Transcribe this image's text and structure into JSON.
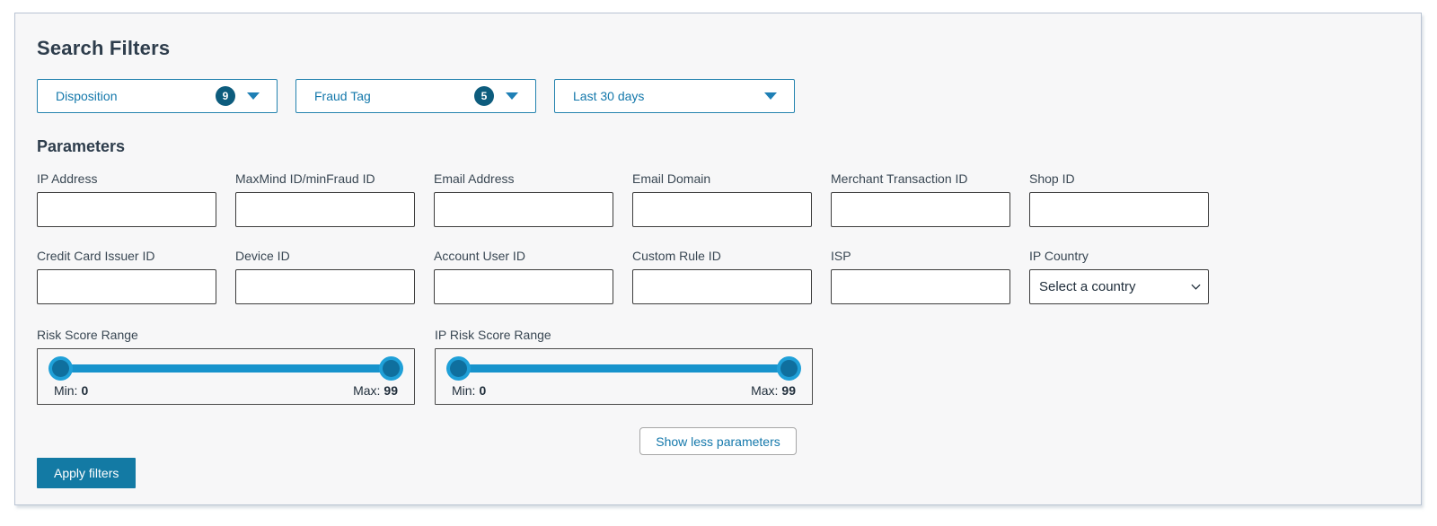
{
  "panel": {
    "title": "Search Filters",
    "parameters_heading": "Parameters"
  },
  "filters": {
    "disposition": {
      "label": "Disposition",
      "count": "9"
    },
    "fraud_tag": {
      "label": "Fraud Tag",
      "count": "5"
    },
    "date_range": {
      "label": "Last 30 days"
    }
  },
  "parameters": {
    "fields": [
      {
        "label": "IP Address",
        "value": ""
      },
      {
        "label": "MaxMind ID/minFraud ID",
        "value": ""
      },
      {
        "label": "Email Address",
        "value": ""
      },
      {
        "label": "Email Domain",
        "value": ""
      },
      {
        "label": "Merchant Transaction ID",
        "value": ""
      },
      {
        "label": "Shop ID",
        "value": ""
      },
      {
        "label": "Credit Card Issuer ID",
        "value": ""
      },
      {
        "label": "Device ID",
        "value": ""
      },
      {
        "label": "Account User ID",
        "value": ""
      },
      {
        "label": "Custom Rule ID",
        "value": ""
      },
      {
        "label": "ISP",
        "value": ""
      }
    ],
    "country_select": {
      "label": "IP Country",
      "selected_option": "Select a country"
    },
    "sliders": [
      {
        "label": "Risk Score Range",
        "min_label": "Min:",
        "min_value": "0",
        "max_label": "Max:",
        "max_value": "99"
      },
      {
        "label": "IP Risk Score Range",
        "min_label": "Min:",
        "min_value": "0",
        "max_label": "Max:",
        "max_value": "99"
      }
    ],
    "show_less_label": "Show less parameters"
  },
  "actions": {
    "apply_label": "Apply filters"
  },
  "colors": {
    "accent_blue": "#1478ab",
    "badge_bg": "#0d5c7d",
    "slider_track": "#1793cc",
    "slider_handle_inner": "#0f6f9e",
    "slider_handle_ring": "#1fa0d8",
    "apply_button_bg": "#137aa4",
    "heading_text": "#2e3d4c",
    "panel_border": "#b8c3d2"
  }
}
